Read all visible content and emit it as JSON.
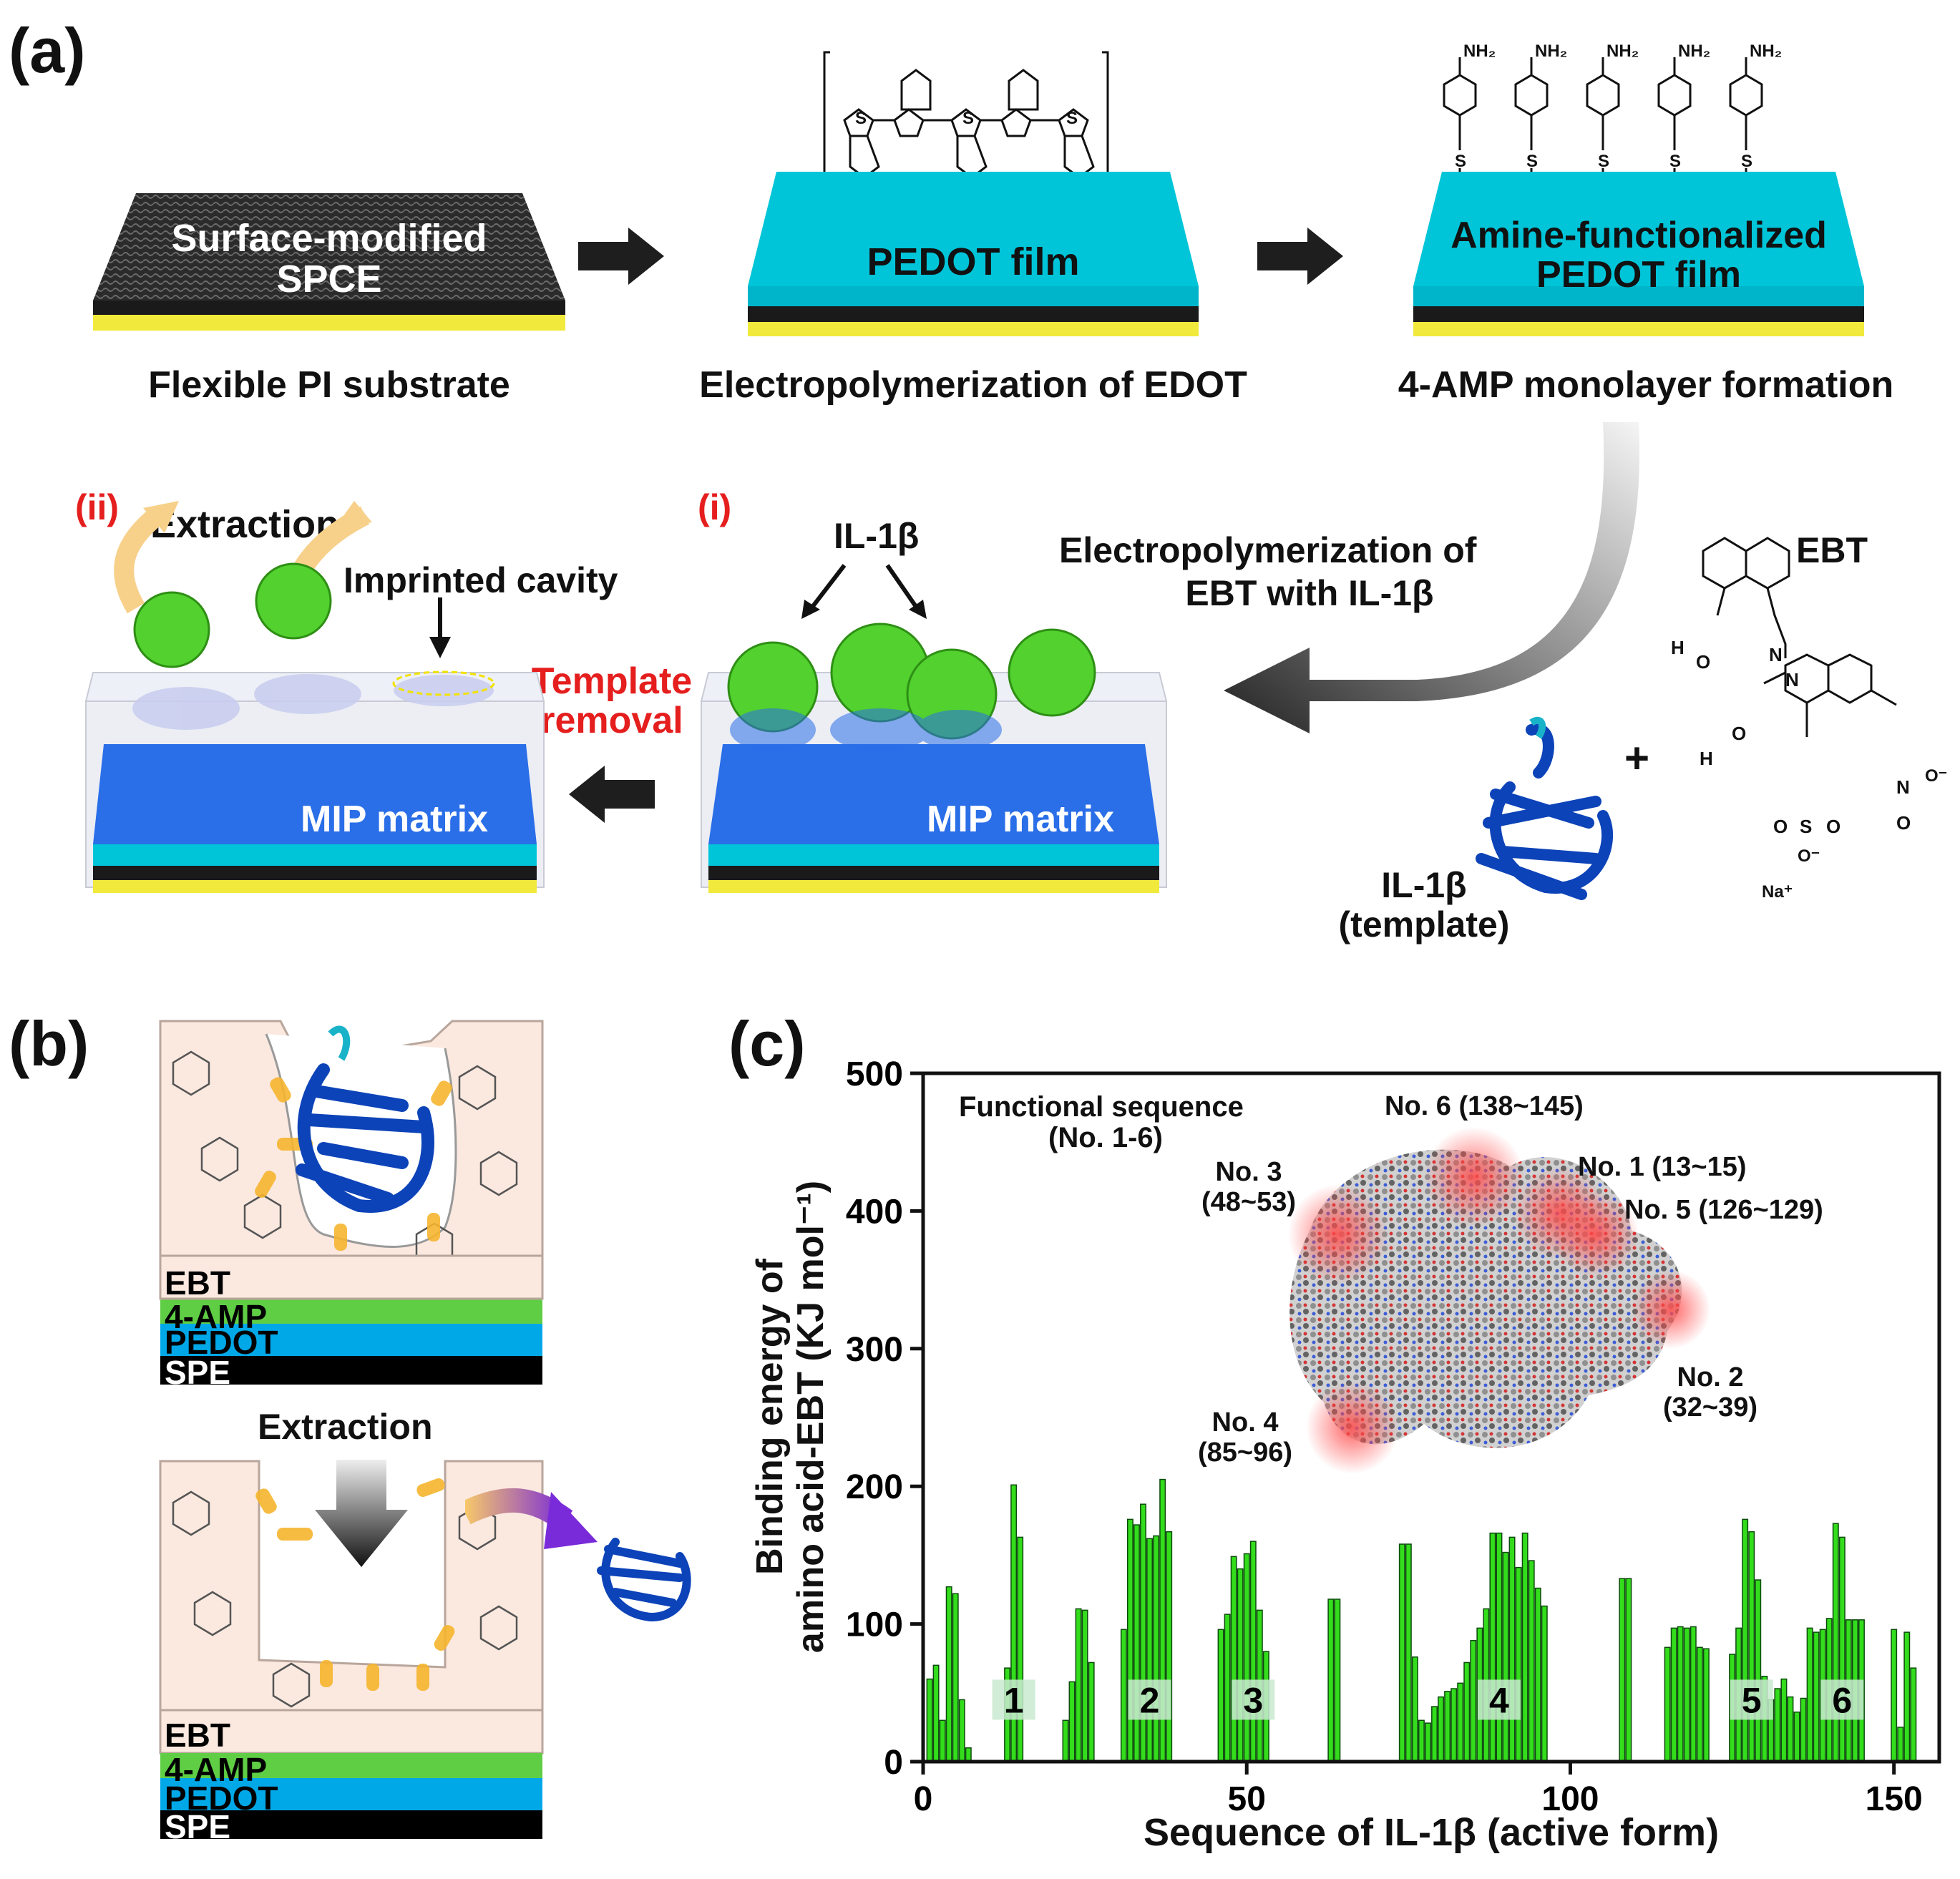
{
  "panels": {
    "a": "(a)",
    "b": "(b)",
    "c": "(c)"
  },
  "steps": [
    {
      "slab_text_line1": "Surface-modified",
      "slab_text_line2": "SPCE",
      "caption": "Flexible PI substrate"
    },
    {
      "slab_text_line1": "PEDOT film",
      "caption": "Electropolymerization of EDOT"
    },
    {
      "slab_text_line1": "Amine-functionalized",
      "slab_text_line2": "PEDOT film",
      "caption": "4-AMP monolayer formation"
    }
  ],
  "chem": {
    "nh2": "NH₂",
    "s": "S",
    "o": "O",
    "ho": "H",
    "oh_o": "O",
    "n_eq": "N",
    "no2": "N",
    "so3": "S",
    "o_minus": "O⁻",
    "na": "Na⁺",
    "plus": "+"
  },
  "row2": {
    "roman_ii": "(ii)",
    "roman_i": "(i)",
    "extraction": "Extraction",
    "imprinted_cavity": "Imprinted cavity",
    "template_removal_1": "Template",
    "template_removal_2": "removal",
    "il1b": "IL-1β",
    "mip_matrix": "MIP matrix",
    "electropoly_1": "Electropolymerization of",
    "electropoly_2": "EBT with IL-1β",
    "ebt": "EBT",
    "template_1": "IL-1β",
    "template_2": "(template)"
  },
  "panel_b": {
    "layers": [
      "EBT",
      "4-AMP",
      "PEDOT",
      "SPE"
    ],
    "extraction": "Extraction",
    "colors": {
      "amp": "#5fce45",
      "pedot": "#00a8e8",
      "spe": "#000000",
      "matrix": "#fbe9e0"
    }
  },
  "chart_data": {
    "type": "bar",
    "xlabel": "Sequence of IL-1β (active form)",
    "ylabel_line1": "Binding energy of",
    "ylabel_line2": "amino acid-EBT (KJ mol⁻¹)",
    "xlim": [
      0,
      157
    ],
    "ylim": [
      0,
      500
    ],
    "xticks": [
      "0",
      "50",
      "100",
      "150"
    ],
    "yticks": [
      "0",
      "100",
      "200",
      "300",
      "400",
      "500"
    ],
    "x": [
      1,
      2,
      3,
      4,
      5,
      6,
      7,
      8,
      13,
      14,
      15,
      16,
      22,
      23,
      24,
      25,
      26,
      31,
      32,
      33,
      34,
      35,
      36,
      37,
      38,
      39,
      46,
      47,
      48,
      49,
      50,
      51,
      52,
      53,
      54,
      63,
      64,
      65,
      66,
      74,
      75,
      76,
      77,
      78,
      79,
      80,
      81,
      82,
      83,
      84,
      85,
      86,
      87,
      88,
      89,
      90,
      91,
      92,
      93,
      94,
      95,
      96,
      106,
      107,
      108,
      109,
      115,
      116,
      117,
      118,
      119,
      120,
      121,
      125,
      126,
      127,
      128,
      129,
      130,
      131,
      132,
      133,
      134,
      135,
      136,
      137,
      138,
      139,
      140,
      141,
      142,
      143,
      144,
      145,
      150,
      151,
      152,
      153
    ],
    "values": [
      60,
      70,
      30,
      127,
      122,
      45,
      10,
      0,
      68,
      201,
      163,
      0,
      30,
      58,
      111,
      110,
      72,
      96,
      176,
      172,
      187,
      162,
      164,
      205,
      167,
      0,
      96,
      107,
      149,
      140,
      151,
      160,
      110,
      80,
      0,
      118,
      118,
      0,
      0,
      158,
      158,
      76,
      30,
      28,
      40,
      47,
      51,
      53,
      57,
      72,
      88,
      97,
      111,
      166,
      166,
      152,
      163,
      141,
      166,
      146,
      126,
      113,
      0,
      0,
      133,
      133,
      83,
      97,
      98,
      97,
      98,
      83,
      82,
      78,
      97,
      176,
      167,
      132,
      62,
      45,
      53,
      60,
      47,
      36,
      46,
      97,
      94,
      96,
      104,
      173,
      163,
      103,
      103,
      103,
      96,
      25,
      94,
      68
    ],
    "sequence_labels": [
      {
        "label": "1",
        "x": 14
      },
      {
        "label": "2",
        "x": 35
      },
      {
        "label": "3",
        "x": 51
      },
      {
        "label": "4",
        "x": 89
      },
      {
        "label": "5",
        "x": 128
      },
      {
        "label": "6",
        "x": 142
      }
    ],
    "annotations": {
      "functional_1": "Functional  sequence",
      "functional_2": "(No. 1-6)",
      "no6": "No. 6  (138~145)",
      "no1": "No. 1 (13~15)",
      "no5": "No. 5 (126~129)",
      "no3_1": "No. 3",
      "no3_2": "(48~53)",
      "no2_1": "No. 2",
      "no2_2": "(32~39)",
      "no4_1": "No. 4",
      "no4_2": "(85~96)"
    }
  },
  "colors": {
    "pedot": "#00c5d9",
    "mip_blue": "#2a6ee8",
    "protein_green": "#52d12f",
    "protein_blue": "#0d43b8",
    "substrate_yellow": "#f1ea3c",
    "red_text": "#e51e1e",
    "bar_green": "#33dd1c"
  }
}
